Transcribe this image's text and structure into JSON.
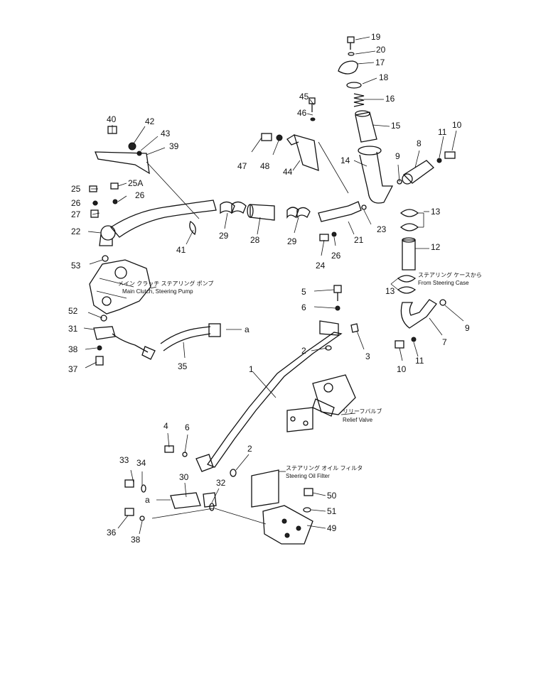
{
  "callouts": {
    "c1": "1",
    "c2a": "2",
    "c2b": "2",
    "c3": "3",
    "c4": "4",
    "c5": "5",
    "c6a": "6",
    "c6b": "6",
    "c7": "7",
    "c8": "8",
    "c9a": "9",
    "c9b": "9",
    "c10a": "10",
    "c10b": "10",
    "c11a": "11",
    "c11b": "11",
    "c12": "12",
    "c13a": "13",
    "c13b": "13",
    "c14": "14",
    "c15": "15",
    "c16": "16",
    "c17": "17",
    "c18": "18",
    "c19": "19",
    "c20": "20",
    "c21": "21",
    "c22": "22",
    "c23": "23",
    "c24": "24",
    "c25": "25",
    "c25a": "25A",
    "c26a": "26",
    "c26b": "26",
    "c26c": "26",
    "c27": "27",
    "c28": "28",
    "c29a": "29",
    "c29b": "29",
    "c30": "30",
    "c31": "31",
    "c32": "32",
    "c33": "33",
    "c34": "34",
    "c35": "35",
    "c36": "36",
    "c37": "37",
    "c38a": "38",
    "c38b": "38",
    "c39": "39",
    "c40": "40",
    "c41": "41",
    "c42": "42",
    "c43": "43",
    "c44": "44",
    "c45": "45",
    "c46": "46",
    "c47": "47",
    "c48": "48",
    "c49": "49",
    "c50": "50",
    "c51": "51",
    "c52": "52",
    "c53": "53",
    "ref_a1": "a",
    "ref_a2": "a"
  },
  "captions": {
    "pump_jp": "メイン クラッチ ステアリング ポンプ",
    "pump_en": "Main Clutch, Steering Pump",
    "case_jp": "ステアリング ケースから",
    "case_en": "From Steering Case",
    "relief_jp": "リリーフバルブ",
    "relief_en": "Relief Valve",
    "filter_jp": "ステアリング オイル フィルタ",
    "filter_en": "Steering Oil Filter"
  }
}
